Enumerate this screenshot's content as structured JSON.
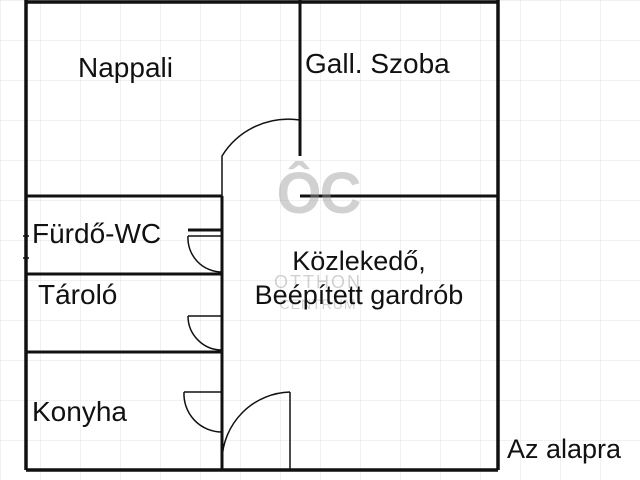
{
  "rooms": {
    "nappali": "Nappali",
    "gall_szoba": "Gall. Szoba",
    "furdo_wc": "Fürdő-WC",
    "tarolo": "Tároló",
    "konyha": "Konyha",
    "kozlekedo_line1": "Közlekedő,",
    "kozlekedo_line2": "Beépített gardrób"
  },
  "footer_note": "Az alapra",
  "watermark": {
    "logo": "ÔC",
    "line1": "OTTHON",
    "line2": "CENTRUM"
  },
  "colors": {
    "wall": "#111111",
    "grid": "#e3e3e3",
    "watermark": "#9a9a9a"
  }
}
